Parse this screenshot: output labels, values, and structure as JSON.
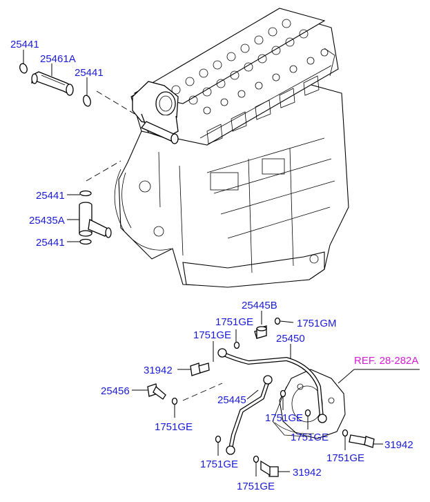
{
  "labels": {
    "l1": "25441",
    "l2": "25461A",
    "l3": "25441",
    "l4": "25441",
    "l5": "25435A",
    "l6": "25441",
    "l7": "25445B",
    "l8": "1751GE",
    "l9": "1751GM",
    "l10": "1751GE",
    "l11": "25450",
    "l12": "31942",
    "l13": "25456",
    "l14": "25445",
    "l15": "1751GE",
    "l16": "1751GE",
    "l17": "1751GE",
    "l18": "1751GE",
    "l19": "31942",
    "l20": "1751GE",
    "l21": "1751GE",
    "l22": "31942"
  },
  "ref_label": "REF. 28-282A",
  "colors": {
    "part_number": "#1a1ad6",
    "reference": "#d61ad6",
    "line": "#000000"
  }
}
